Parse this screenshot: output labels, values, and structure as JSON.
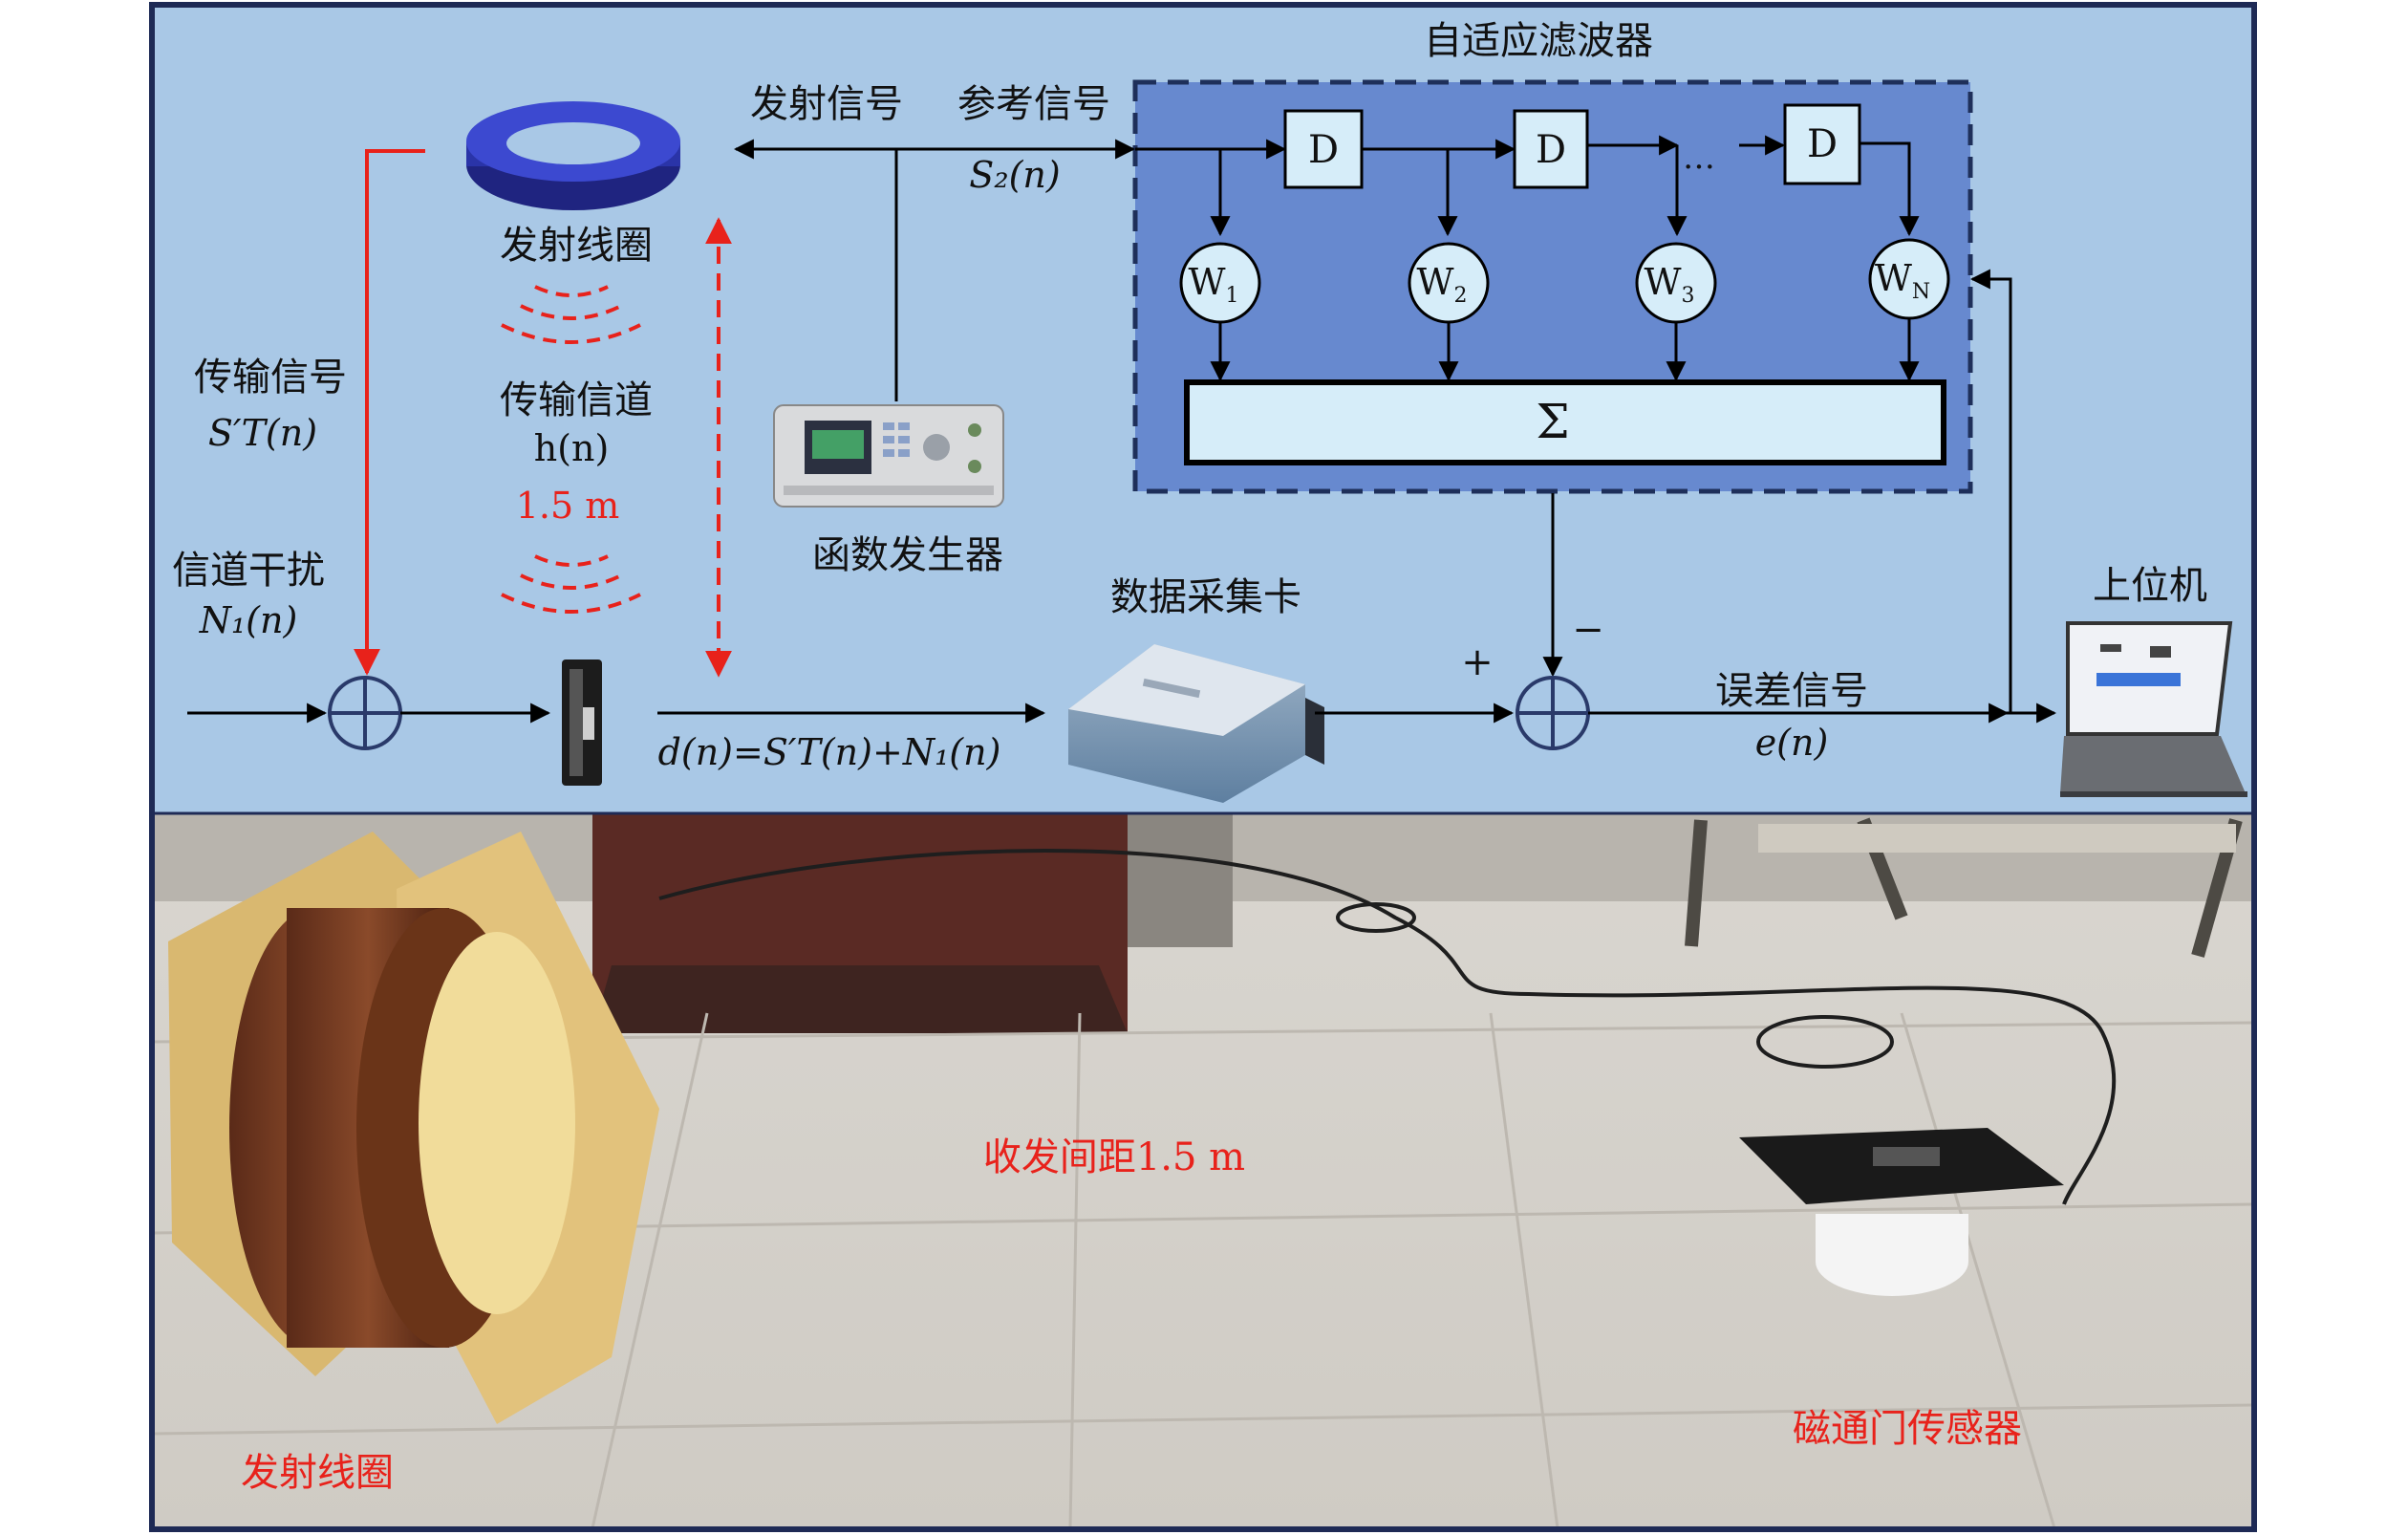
{
  "diagram": {
    "adaptive_filter": {
      "title": "自适应滤波器",
      "delay_label": "D",
      "ellipsis": "…",
      "sum_symbol": "Σ",
      "weights": [
        {
          "base": "W",
          "sub": "1"
        },
        {
          "base": "W",
          "sub": "2"
        },
        {
          "base": "W",
          "sub": "3"
        },
        {
          "base": "W",
          "sub": "N"
        }
      ]
    },
    "labels": {
      "transmit_signal": "发射信号",
      "reference_signal": "参考信号",
      "reference_formula": "S₂(n)",
      "transmit_coil": "发射线圈",
      "transfer_signal": "传输信号",
      "transfer_formula": "S′T(n)",
      "transfer_channel": "传输信道",
      "channel_formula": "h(n)",
      "distance": "1.5 m",
      "function_generator": "函数发生器",
      "channel_interference": "信道干扰",
      "interference_formula": "N₁(n)",
      "daq_card": "数据采集卡",
      "host_computer": "上位机",
      "plus_sign": "+",
      "minus_sign": "−",
      "error_signal": "误差信号",
      "error_formula": "e(n)",
      "measured_formula": "d(n)=S′T(n)+N₁(n)"
    }
  },
  "photo": {
    "spacing_label": "收发间距1.5 m",
    "coil_label": "发射线圈",
    "sensor_label": "磁通门传感器"
  },
  "colors": {
    "diagram_bg": "#a9c8e6",
    "filter_box": "#6789cf",
    "block_fill": "#d6edf9",
    "red_accent": "#e8221b",
    "frame": "#1e2a55"
  }
}
